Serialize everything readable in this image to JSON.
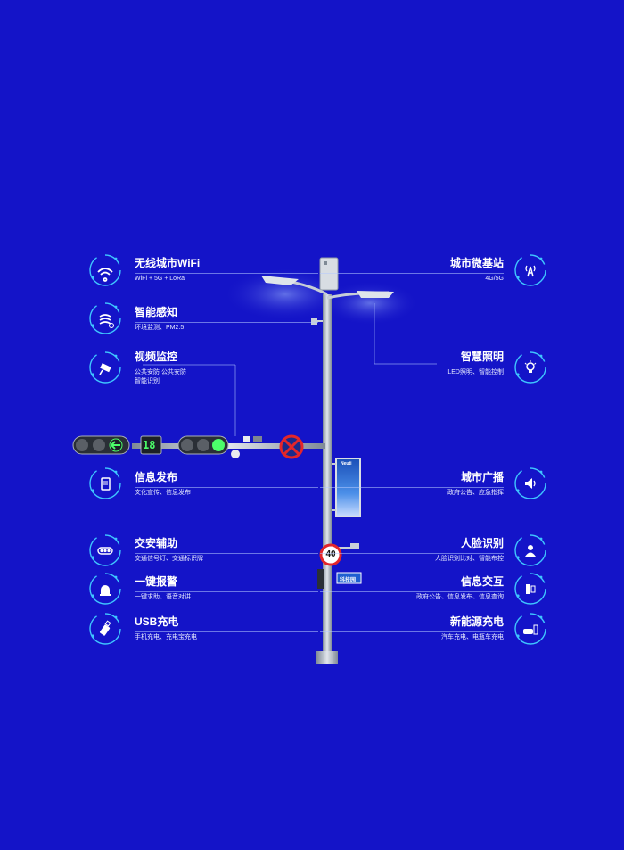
{
  "features_left": [
    {
      "id": "wifi",
      "title": "无线城市WiFi",
      "desc": "WiFi + 5G + LoRa",
      "icon": "wifi-icon"
    },
    {
      "id": "sensing",
      "title": "智能感知",
      "desc": "环境监测、PM2.5",
      "icon": "sensor-icon"
    },
    {
      "id": "video",
      "title": "视频监控",
      "desc": "公共安防    公共安防\n智能识别",
      "icon": "camera-icon"
    },
    {
      "id": "info-release",
      "title": "信息发布",
      "desc": "文化宣传、信息发布",
      "icon": "display-icon"
    },
    {
      "id": "traffic",
      "title": "交安辅助",
      "desc": "交通信号灯、交通标识牌",
      "icon": "traffic-light-icon"
    },
    {
      "id": "alarm",
      "title": "一键报警",
      "desc": "一键求助、语音对讲",
      "icon": "alarm-icon"
    },
    {
      "id": "usb",
      "title": "USB充电",
      "desc": "手机充电、充电宝充电",
      "icon": "usb-icon"
    }
  ],
  "features_right": [
    {
      "id": "micro-station",
      "title": "城市微基站",
      "desc": "4G/5G",
      "icon": "antenna-icon"
    },
    {
      "id": "lighting",
      "title": "智慧照明",
      "desc": "LED照明、智能控制",
      "icon": "bulb-icon"
    },
    {
      "id": "broadcast",
      "title": "城市广播",
      "desc": "政府公告、应急指挥",
      "icon": "speaker-icon"
    },
    {
      "id": "face",
      "title": "人脸识别",
      "desc": "人脸识别比对、智能布控",
      "icon": "user-icon"
    },
    {
      "id": "interaction",
      "title": "信息交互",
      "desc": "政府公告、信息发布、信息查询",
      "icon": "kiosk-icon"
    },
    {
      "id": "ev",
      "title": "新能源充电",
      "desc": "汽车充电、电瓶车充电",
      "icon": "ev-charger-icon"
    }
  ],
  "pole": {
    "speed_limit": "40",
    "street_sign": "科技园",
    "countdown": "18",
    "screen_brand": "Neuti"
  },
  "colors": {
    "background": "#1414c8",
    "accent": "#3fc6ff",
    "pole": "#b9c2cc"
  }
}
